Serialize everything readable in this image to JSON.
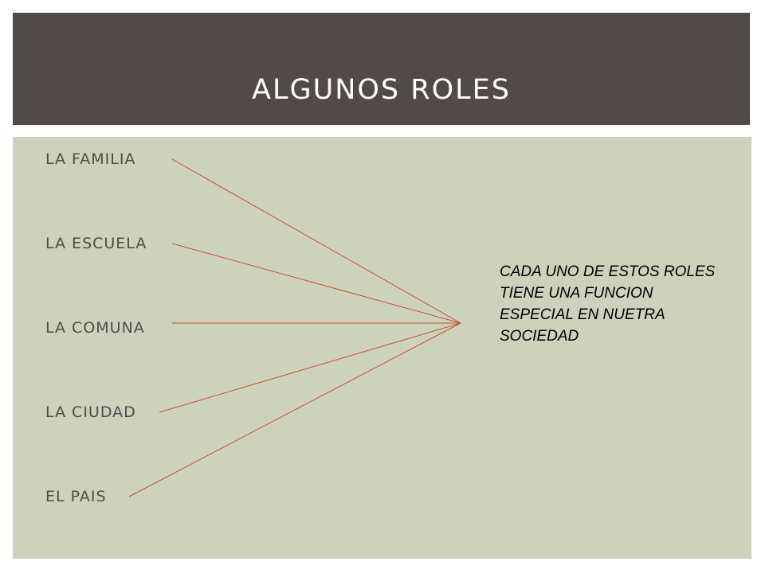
{
  "title": "ALGUNOS ROLES",
  "roles": [
    "LA FAMILIA",
    "LA ESCUELA",
    "LA COMUNA",
    "LA CIUDAD",
    "EL PAIS"
  ],
  "note": "CADA UNO DE ESTOS ROLES TIENE UNA FUNCION ESPECIAL EN NUETRA SOCIEDAD",
  "colors": {
    "title_bar": "#524a47",
    "content_bg": "#cdd2ba",
    "connector_line": "#c0523a",
    "role_text": "#524a47"
  }
}
